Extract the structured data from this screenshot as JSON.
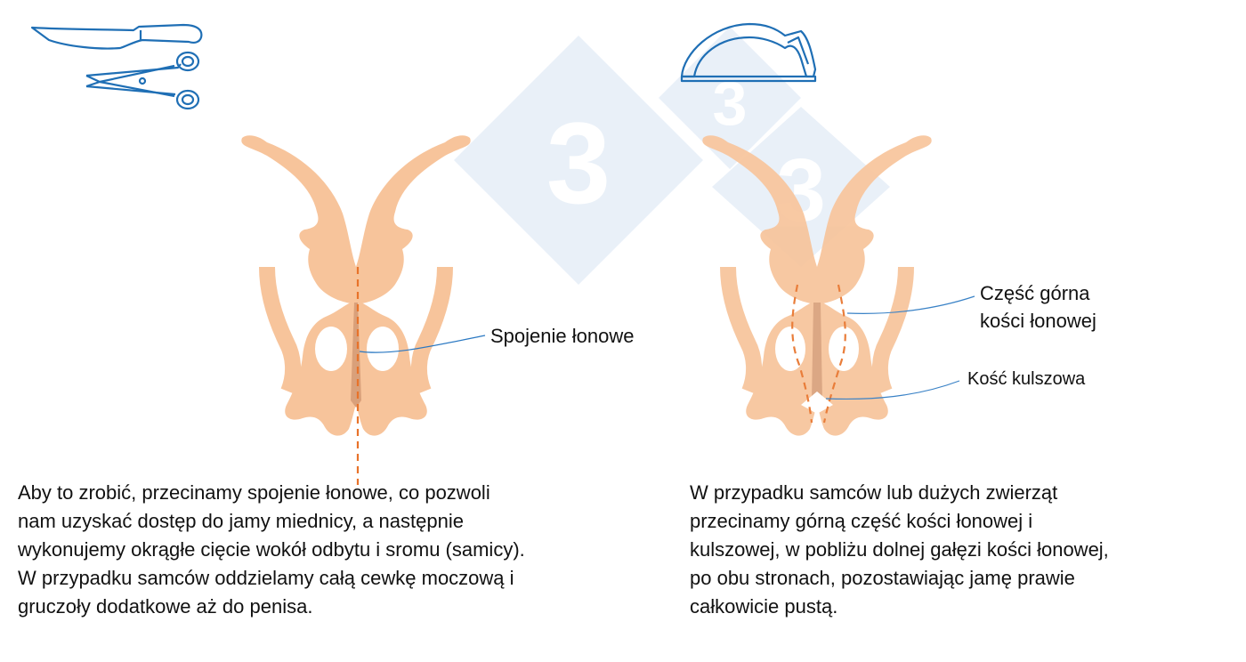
{
  "colors": {
    "bone": "#f7c49b",
    "bone_shadow": "#d9a07a",
    "cut_line": "#e8732a",
    "tool_stroke": "#1f6fb5",
    "leader_line": "#2a78c2",
    "watermark": "#eaf0f7"
  },
  "icons": {
    "left_tools": [
      "knife-icon",
      "scissors-icon"
    ],
    "right_tools": [
      "bone-saw-icon"
    ]
  },
  "left_panel": {
    "label": "Spojenie łonowe",
    "caption_lines": [
      "Aby to zrobić, przecinamy spojenie łonowe, co pozwoli",
      "nam uzyskać dostęp do jamy miednicy, a następnie",
      "wykonujemy okrągłe cięcie wokół odbytu i sromu (samicy).",
      "W przypadku samców oddzielamy całą cewkę moczową i",
      "gruczoły dodatkowe aż do penisa."
    ]
  },
  "right_panel": {
    "label_upper_line1": "Część górna",
    "label_upper_line2": "kości łonowej",
    "label_lower": "Kość kulszowa",
    "caption_lines": [
      "W przypadku samców lub dużych zwierząt",
      "przecinamy górną część kości łonowej i",
      "kulszowej, w pobliżu dolnej gałęzi kości łonowej,",
      "po obu stronach, pozostawiając jamę prawie",
      "całkowicie pustą."
    ]
  }
}
